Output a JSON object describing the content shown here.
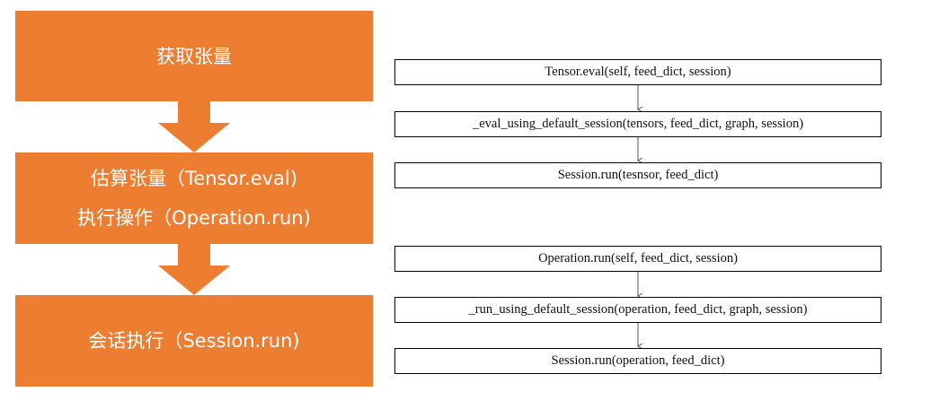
{
  "colors": {
    "stage_fill": "#ED7D31",
    "stage_text": "#FFFFFF",
    "flow_border": "#000000",
    "connector": "#555555"
  },
  "stages": [
    {
      "lines": [
        "获取张量"
      ]
    },
    {
      "lines": [
        "估算张量（Tensor.eval)",
        "执行操作（Operation.run)"
      ]
    },
    {
      "lines": [
        "会话执行（Session.run)"
      ]
    }
  ],
  "flows": {
    "tensor": [
      "Tensor.eval(self, feed_dict, session)",
      "_eval_using_default_session(tensors, feed_dict, graph, session)",
      "Session.run(tesnsor, feed_dict)"
    ],
    "operation": [
      "Operation.run(self, feed_dict, session)",
      "_run_using_default_session(operation, feed_dict, graph, session)",
      "Session.run(operation, feed_dict)"
    ]
  }
}
